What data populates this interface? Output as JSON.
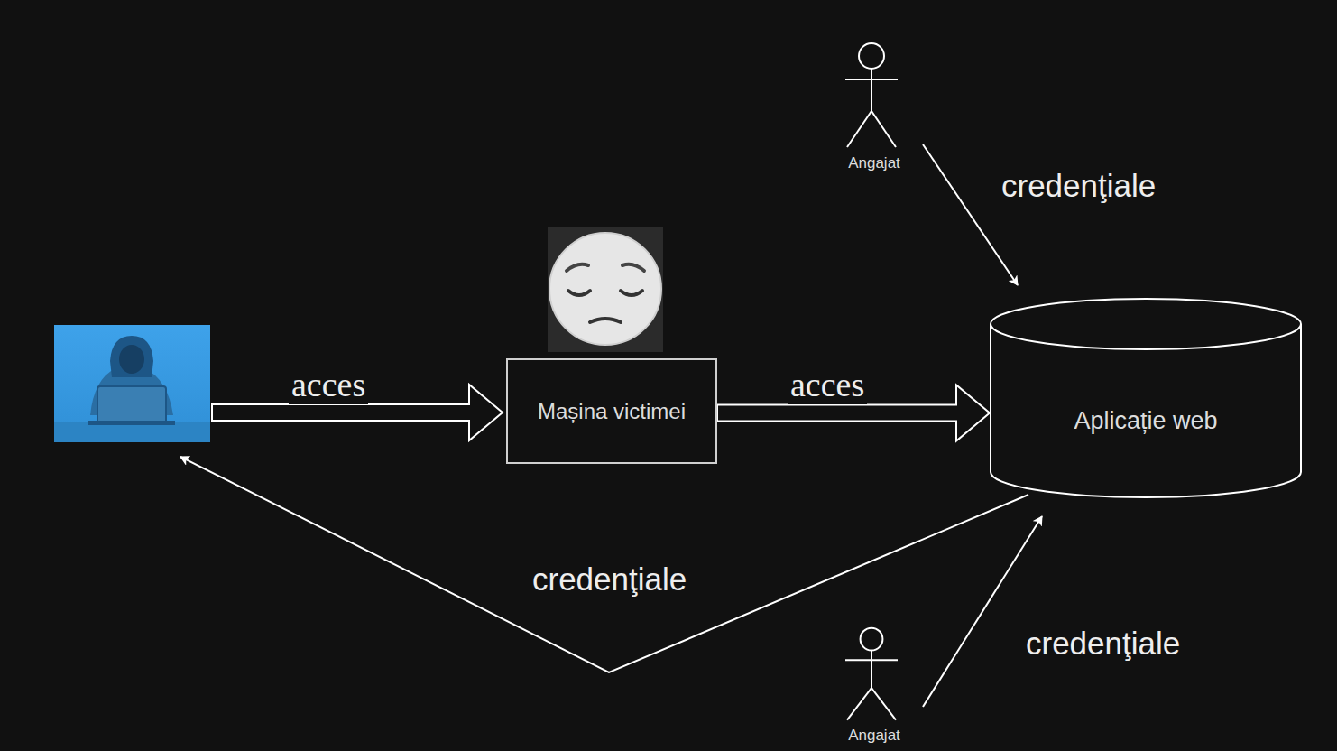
{
  "diagram": {
    "nodes": [
      {
        "text": [
          "Angajat"
        ]
      },
      {
        "text": [
          "Mașina victimei"
        ]
      },
      {
        "text": [
          "Aplicație web"
        ]
      },
      {
        "text": [
          "Angajat"
        ]
      }
    ],
    "edges": [
      {
        "from": 0,
        "to": 2,
        "label": "credenţiale",
        "arrow": "to"
      },
      {
        "from": 1,
        "to": 2,
        "label": "acces",
        "arrow": "to"
      },
      {
        "from": 3,
        "to": 2,
        "label": "credenţiale",
        "arrow": "to"
      }
    ],
    "labels": [
      "acces",
      "credenţiale"
    ]
  }
}
